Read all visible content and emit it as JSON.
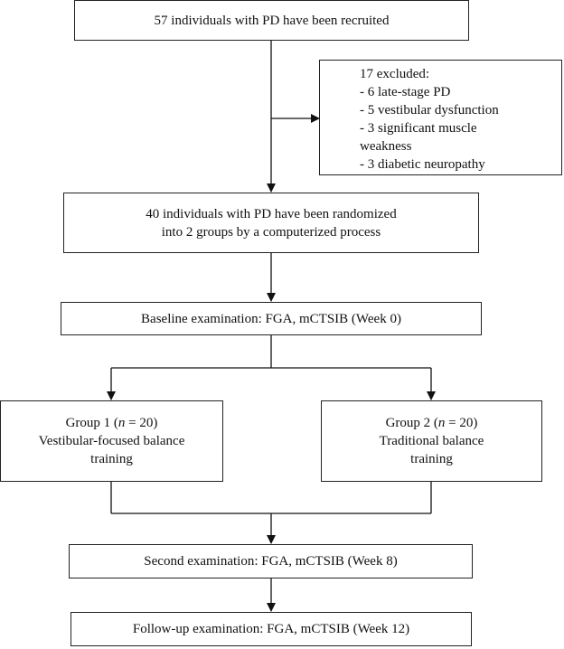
{
  "flowchart": {
    "recruited": "57 individuals with PD have been recruited",
    "excluded": {
      "title": "17 excluded:",
      "items": [
        "- 6 late-stage PD",
        "- 5 vestibular dysfunction",
        "- 3 significant muscle",
        "weakness",
        "- 3 diabetic neuropathy"
      ]
    },
    "randomized": {
      "line1": "40 individuals with PD have been randomized",
      "line2": "into 2 groups by a computerized process"
    },
    "baseline": "Baseline examination: FGA, mCTSIB (Week 0)",
    "group1": {
      "label_prefix": "Group 1 (",
      "n_symbol": "n",
      "label_suffix": " = 20)",
      "line2": "Vestibular-focused balance",
      "line3": "training"
    },
    "group2": {
      "label_prefix": "Group 2 (",
      "n_symbol": "n",
      "label_suffix": " = 20)",
      "line2": "Traditional balance",
      "line3": "training"
    },
    "second": "Second examination: FGA, mCTSIB (Week 8)",
    "followup": "Follow-up examination: FGA, mCTSIB (Week 12)"
  }
}
